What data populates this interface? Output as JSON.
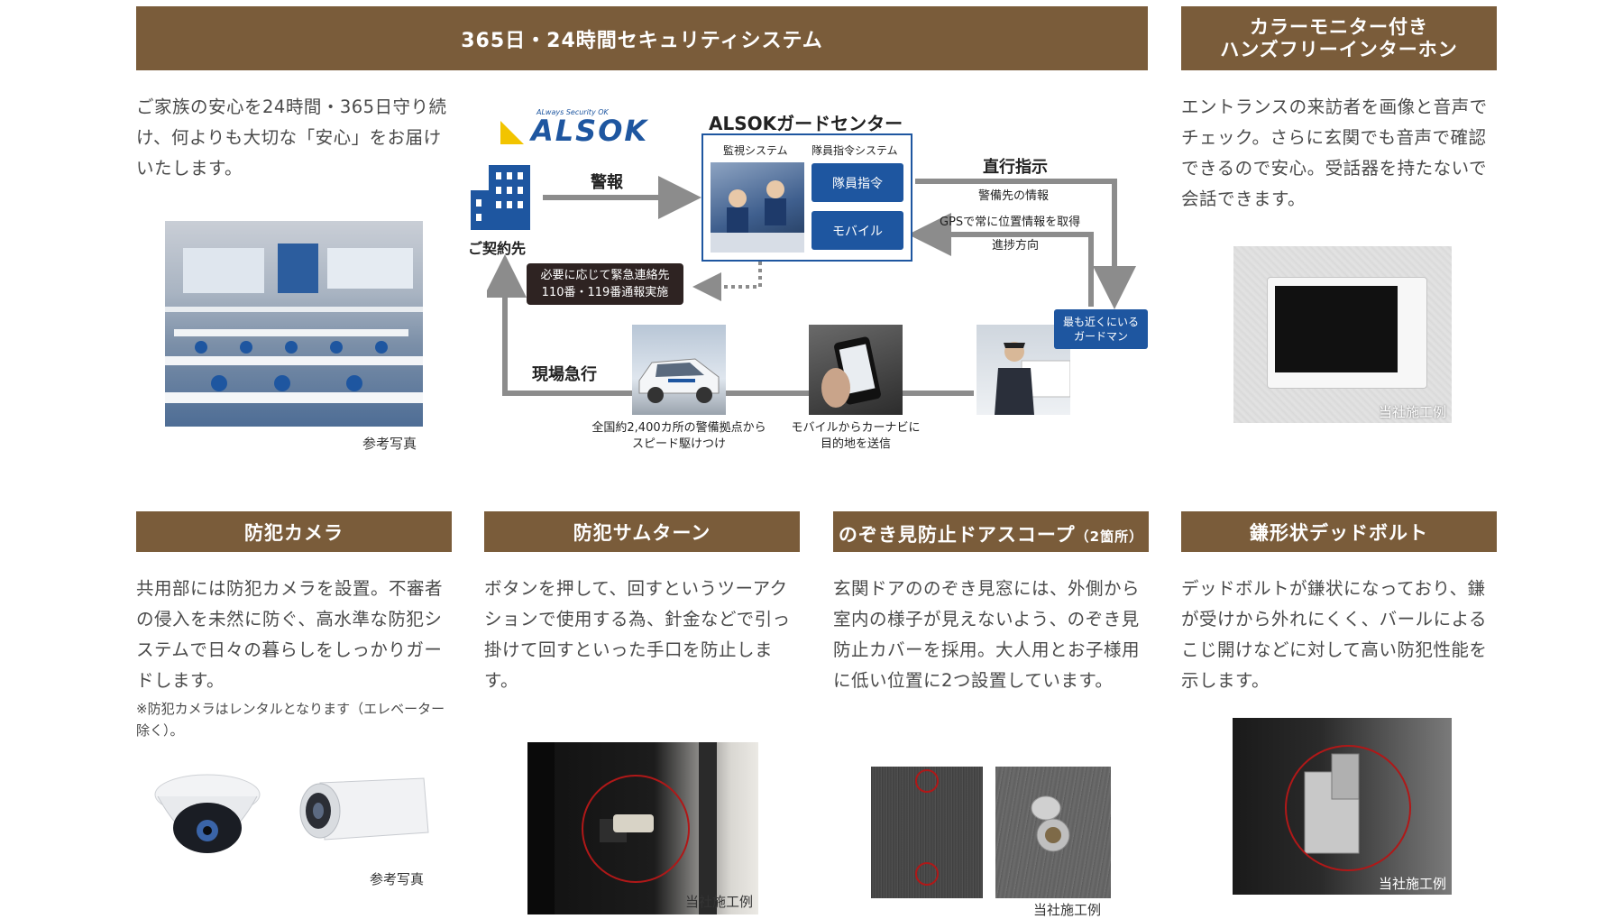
{
  "headers": {
    "security": "365日・24時間セキュリティシステム",
    "intercom_line1": "カラーモニター付き",
    "intercom_line2": "ハンズフリーインターホン",
    "camera": "防犯カメラ",
    "thumbturn": "防犯サムターン",
    "doorscope_main": "のぞき見防止ドアスコープ",
    "doorscope_sub": "（2箇所）",
    "deadbolt": "鎌形状デッドボルト"
  },
  "texts": {
    "security_body": "ご家族の安心を24時間・365日守り続け、何よりも大切な「安心」をお届けいたします。",
    "intercom_body": "エントランスの来訪者を画像と音声でチェック。さらに玄関でも音声で確認できるので安心。受話器を持たないで会話できます。",
    "camera_body": "共用部には防犯カメラを設置。不審者の侵入を未然に防ぐ、高水準な防犯システムで日々の暮らしをしっかりガードします。",
    "camera_note": "※防犯カメラはレンタルとなります（エレベーター除く）。",
    "thumbturn_body": "ボタンを押して、回すというツーアクションで使用する為、針金などで引っ掛けて回すといった手口を防止します。",
    "doorscope_body": "玄関ドアののぞき見窓には、外側から室内の様子が見えないよう、のぞき見防止カバーを採用。大人用とお子様用に低い位置に2つ設置しています。",
    "deadbolt_body": "デッドボルトが鎌状になっており、鎌が受けから外れにくく、バールによるこじ開けなどに対して高い防犯性能を示します。"
  },
  "captions": {
    "reference_photo": "参考写真",
    "our_example": "当社施工例"
  },
  "diagram": {
    "logo_tagline": "ALways Security OK",
    "logo": "ALSOK",
    "center_title": "ALSOKガードセンター",
    "monitor_system": "監視システム",
    "dispatch_system": "隊員指令システム",
    "btn_dispatch": "隊員指令",
    "btn_mobile": "モバイル",
    "client": "ご契約先",
    "alarm": "警報",
    "direct_instruction": "直行指示",
    "guard_info": "警備先の情報",
    "gps": "GPSで常に位置情報を取得",
    "progress": "進捗方向",
    "emergency_line1": "必要に応じて緊急連絡先",
    "emergency_line2": "110番・119番通報実施",
    "rush": "現場急行",
    "nearest_line1": "最も近くにいる",
    "nearest_line2": "ガードマン",
    "bases_line1": "全国約2,400カ所の警備拠点から",
    "bases_line2": "スピード駆けつけ",
    "mobile_line1": "モバイルからカーナビに",
    "mobile_line2": "目的地を送信"
  },
  "colors": {
    "header_brown": "#7a5c3a",
    "alsok_blue": "#1e56a0",
    "arrow_gray": "#8c8c8c",
    "highlight_red": "#b01818"
  }
}
